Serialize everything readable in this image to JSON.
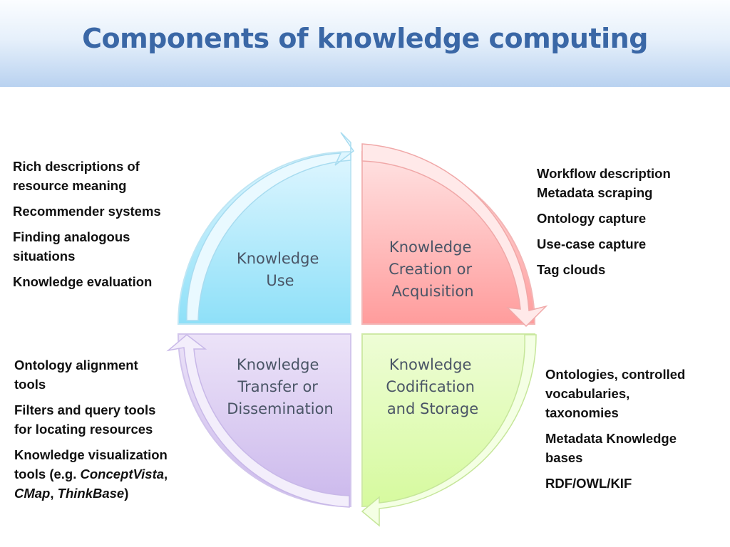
{
  "title": "Components of knowledge computing",
  "quadrants": {
    "use": {
      "line1": "Knowledge",
      "line2": "Use",
      "color_top": "#dff6ff",
      "color_bottom": "#8ee0f8"
    },
    "creation": {
      "line1": "Knowledge",
      "line2": "Creation or",
      "line3": "Acquisition",
      "color_top": "#ffe3e3",
      "color_bottom": "#ff9c9c"
    },
    "transfer": {
      "line1": "Knowledge",
      "line2": "Transfer or",
      "line3": "Dissemination",
      "color_top": "#ece3f8",
      "color_bottom": "#cbb8ec"
    },
    "codification": {
      "line1": "Knowledge",
      "line2": "Codification",
      "line3": "and Storage",
      "color_top": "#eefdd6",
      "color_bottom": "#d6fa9e"
    }
  },
  "lists": {
    "top_left": [
      {
        "line1": "Rich descriptions of",
        "line2": "resource meaning"
      },
      {
        "line1": "Recommender systems"
      },
      {
        "line1": "Finding analogous",
        "line2": "situations"
      },
      {
        "line1": "Knowledge evaluation"
      }
    ],
    "top_right": [
      {
        "line1": "Workflow description",
        "line2": "Metadata scraping"
      },
      {
        "line1": "Ontology capture"
      },
      {
        "line1": "Use-case capture"
      },
      {
        "line1": "Tag clouds"
      }
    ],
    "bottom_left": [
      {
        "line1": "Ontology alignment",
        "line2": "tools"
      },
      {
        "line1": "Filters and query tools",
        "line2": "for locating resources"
      },
      {
        "line1": "Knowledge visualization",
        "line2_a": "tools (e.g. ",
        "line2_b": "ConceptVista",
        "line2_c": ",",
        "line3_a": "CMap",
        "line3_b": ", ",
        "line3_c": "ThinkBase",
        "line3_d": ")"
      }
    ],
    "bottom_right": [
      {
        "line1": "Ontologies, controlled",
        "line2": "vocabularies,",
        "line3": "taxonomies"
      },
      {
        "line1": "Metadata Knowledge",
        "line2": "bases"
      },
      {
        "line1": "RDF/OWL/KIF"
      }
    ]
  }
}
